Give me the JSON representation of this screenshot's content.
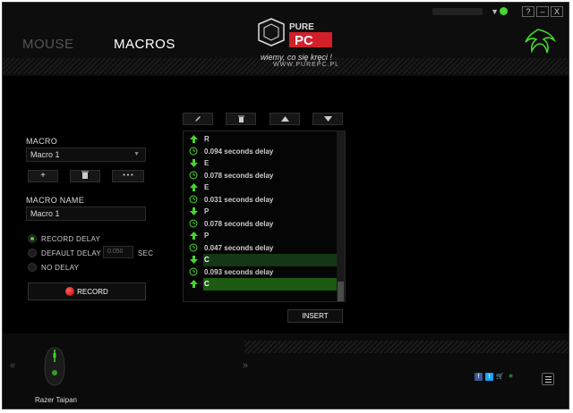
{
  "header": {
    "tabs": [
      {
        "label": "MOUSE",
        "active": false
      },
      {
        "label": "MACROS",
        "active": true
      }
    ],
    "window_buttons": [
      "?",
      "–",
      "X"
    ],
    "logo": {
      "brand": "PURE PC",
      "tagline": "wiemy, co się kręci !",
      "url": "WWW.PUREPC.PL"
    }
  },
  "macro_panel": {
    "macro_label": "MACRO",
    "selected_macro": "Macro 1",
    "buttons": {
      "add": "+",
      "delete": "🗑",
      "more": "• • •"
    },
    "name_label": "MACRO NAME",
    "name_value": "Macro 1",
    "delay_options": [
      {
        "label": "RECORD DELAY",
        "selected": true
      },
      {
        "label": "DEFAULT DELAY",
        "selected": false
      },
      {
        "label": "NO DELAY",
        "selected": false
      }
    ],
    "default_delay_placeholder": "0.050",
    "delay_unit": "SEC",
    "record_label": "RECORD"
  },
  "event_list": {
    "rows": [
      {
        "type": "up",
        "text": "R"
      },
      {
        "type": "delay",
        "text": "0.094 seconds delay"
      },
      {
        "type": "down",
        "text": "E"
      },
      {
        "type": "delay",
        "text": "0.078 seconds delay"
      },
      {
        "type": "up",
        "text": "E"
      },
      {
        "type": "delay",
        "text": "0.031 seconds delay"
      },
      {
        "type": "down",
        "text": "P"
      },
      {
        "type": "delay",
        "text": "0.078 seconds delay"
      },
      {
        "type": "up",
        "text": "P"
      },
      {
        "type": "delay",
        "text": "0.047 seconds delay"
      },
      {
        "type": "down",
        "text": "C",
        "highlight": "soft"
      },
      {
        "type": "delay",
        "text": "0.093 seconds delay"
      },
      {
        "type": "up",
        "text": "C",
        "highlight": "strong"
      }
    ],
    "insert_label": "INSERT"
  },
  "footer": {
    "device_name": "Razer Taipan",
    "prev_arrow": "«",
    "next_arrow": "»"
  },
  "colors": {
    "accent": "#44d62c",
    "background": "#000000",
    "record": "#d00000"
  }
}
